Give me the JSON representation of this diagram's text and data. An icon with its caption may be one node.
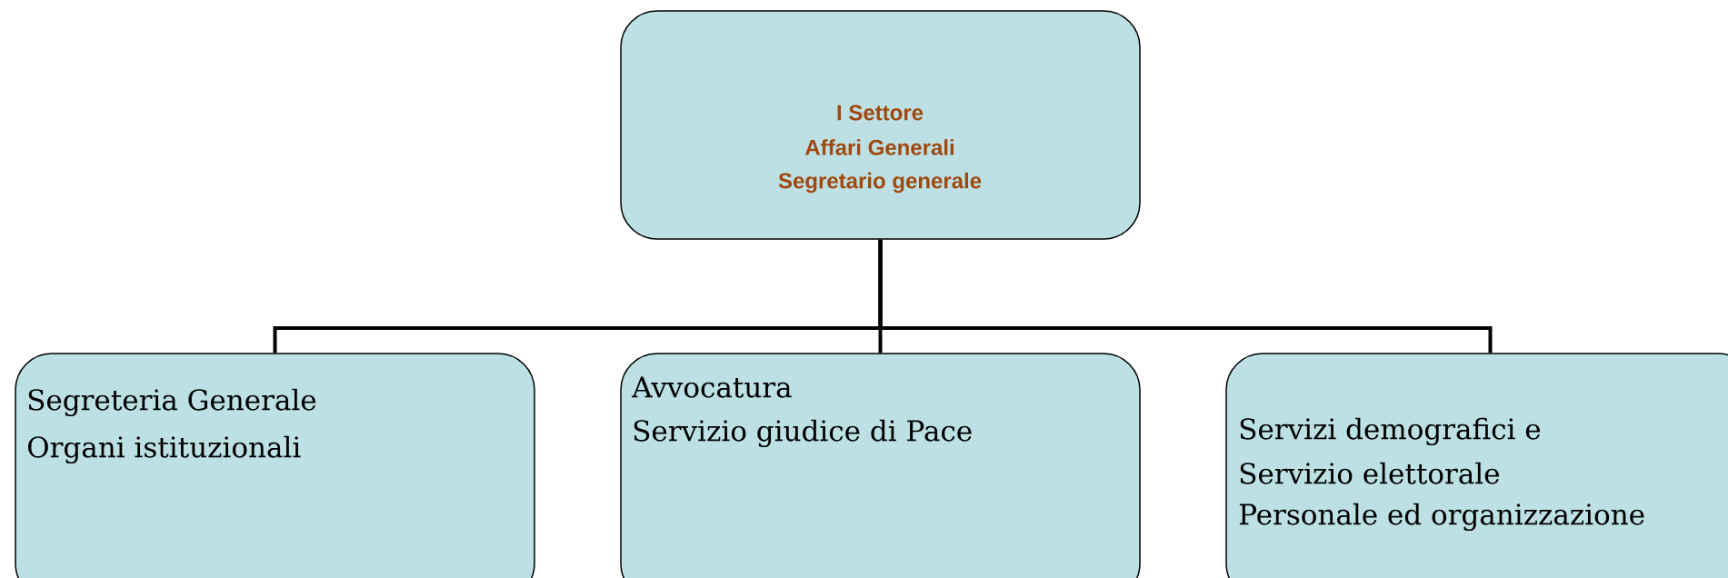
{
  "diagram": {
    "nodes": [
      {
        "text": [
          "I Settore",
          "Affari Generali",
          "Segretario generale"
        ]
      },
      {
        "text": [
          "Segreteria Generale",
          "Organi istituzionali"
        ]
      },
      {
        "text": [
          "Avvocatura",
          "Servizio giudice di Pace"
        ]
      },
      {
        "text": [
          "Servizi demografici e",
          "Servizio elettorale",
          "Personale ed organizzazione"
        ]
      }
    ],
    "edges": [
      {
        "from": 0,
        "to": 1,
        "arrow": "none"
      },
      {
        "from": 0,
        "to": 2,
        "arrow": "none"
      },
      {
        "from": 0,
        "to": 3,
        "arrow": "none"
      }
    ]
  }
}
